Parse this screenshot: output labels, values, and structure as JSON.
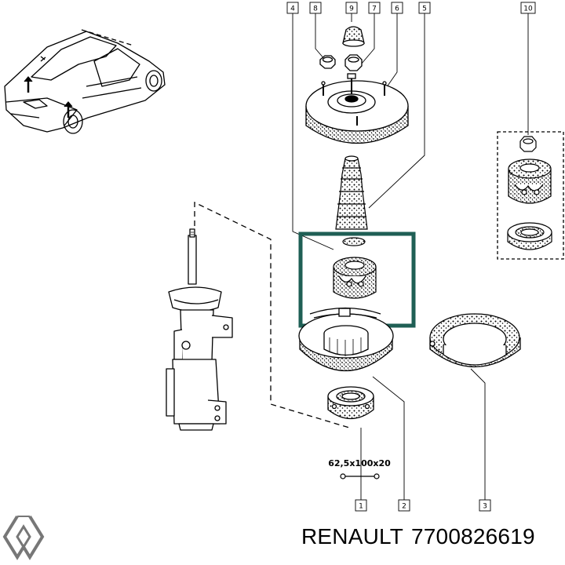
{
  "callouts": {
    "c1": "1",
    "c2": "2",
    "c3": "3",
    "c4": "4",
    "c5": "5",
    "c6": "6",
    "c7": "7",
    "c8": "8",
    "c9": "9",
    "c10": "10"
  },
  "spec": "62,5x100x20",
  "footer": {
    "brand": "RENAULT",
    "part_number": "7700826619"
  },
  "colors": {
    "highlight_box": "#1f5f55",
    "line": "#000000",
    "background": "#ffffff"
  },
  "icons": {
    "logo": "renault-diamond-logo"
  }
}
